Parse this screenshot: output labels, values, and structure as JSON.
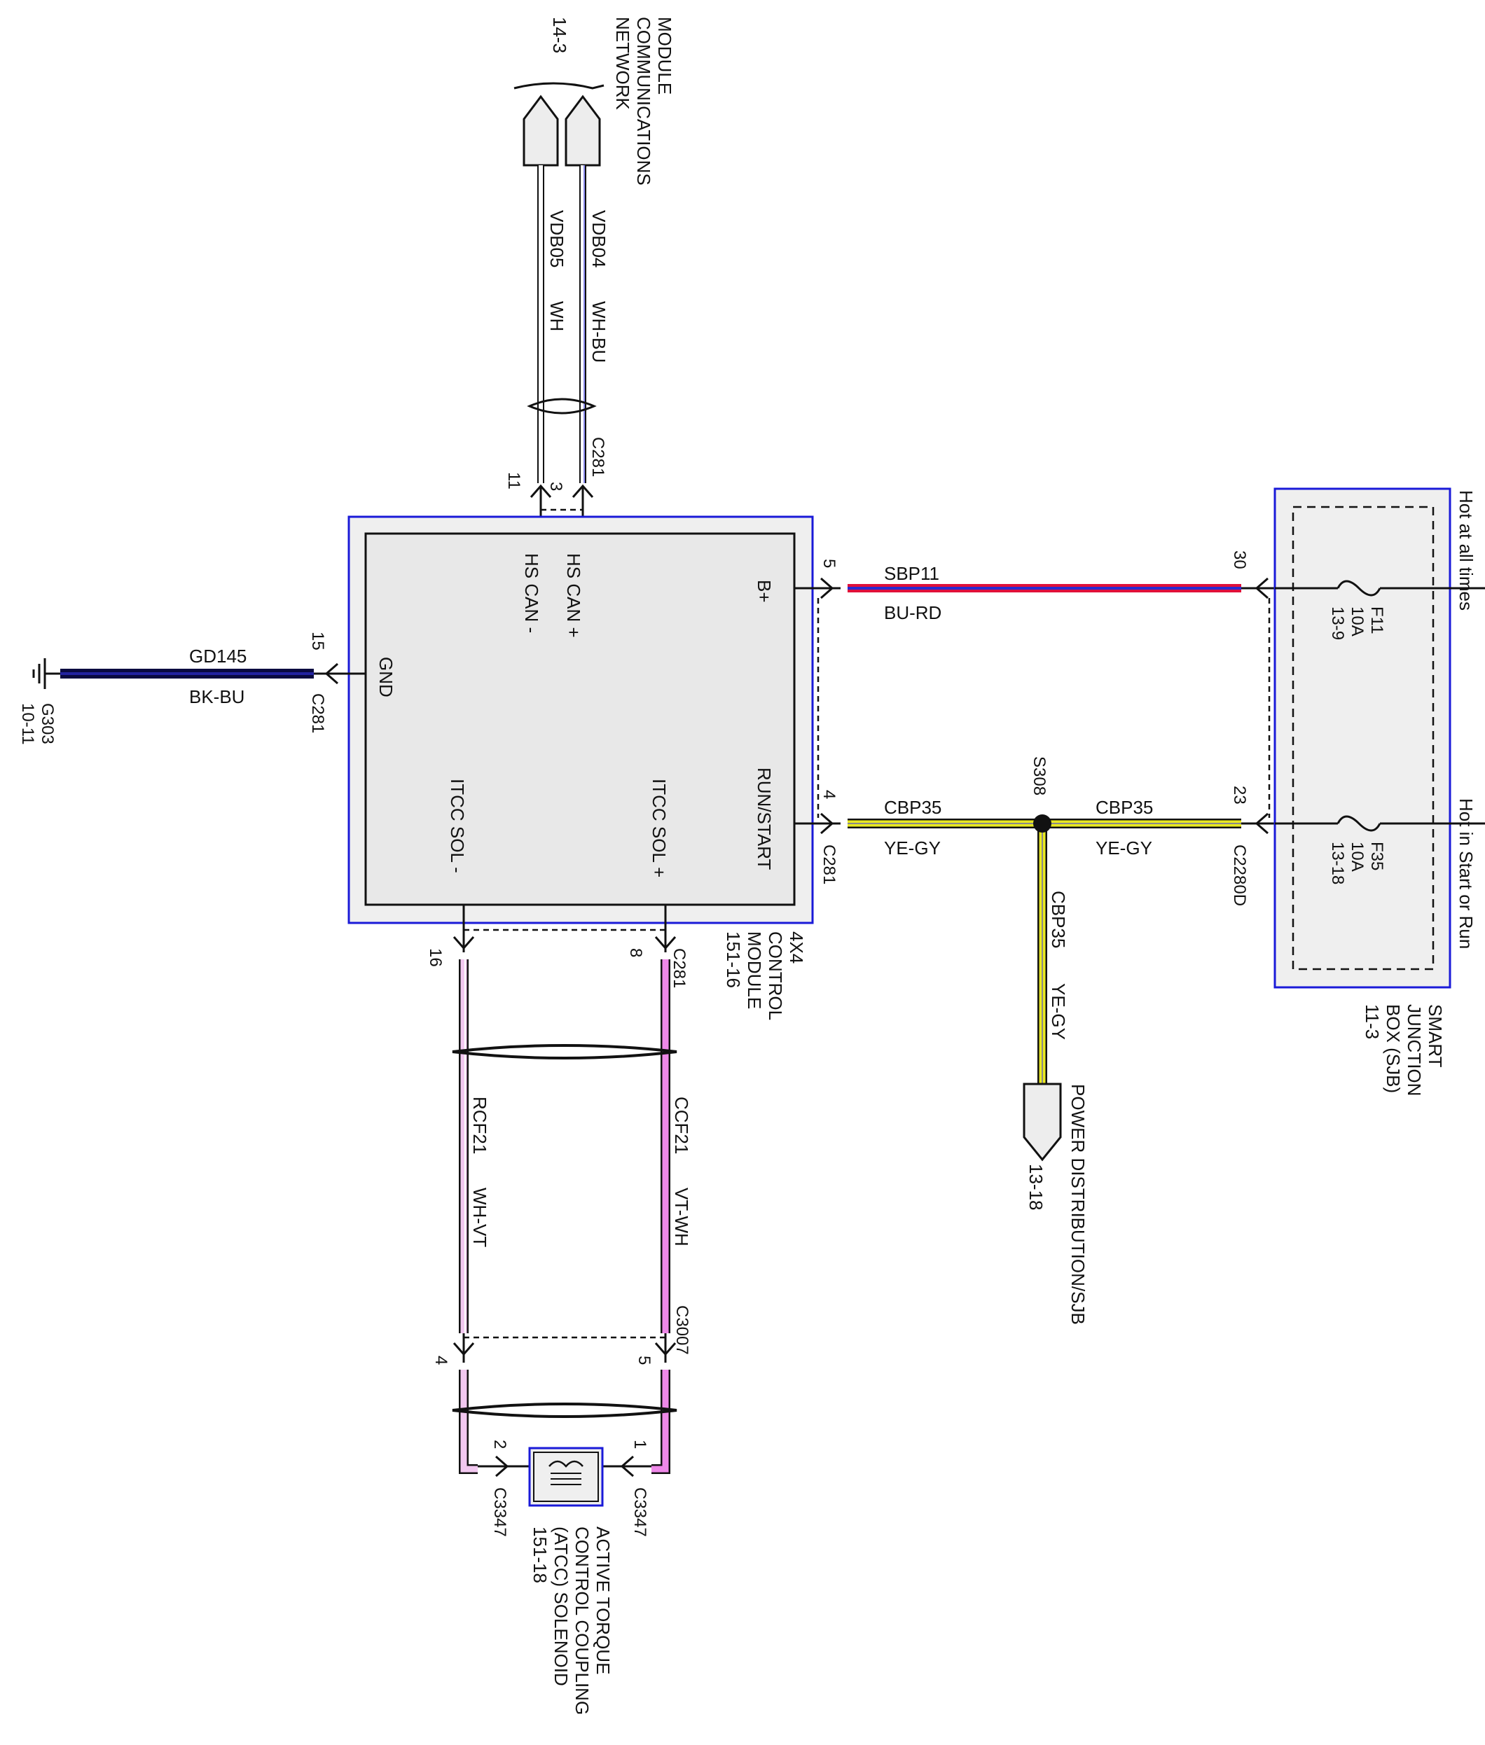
{
  "module_network": {
    "title_lines": [
      "MODULE",
      "COMMUNICATIONS",
      "NETWORK"
    ],
    "ref": "14-3"
  },
  "can_wires": {
    "plus_circuit": "VDB04",
    "plus_color": "WH-BU",
    "minus_circuit": "VDB05",
    "minus_color": "WH",
    "connector": "C281",
    "pin_plus": "3",
    "pin_minus": "11"
  },
  "control_module": {
    "labels": {
      "hs_can_plus": "HS CAN +",
      "hs_can_minus": "HS CAN -",
      "b_plus": "B+",
      "run_start": "RUN/START",
      "gnd": "GND",
      "itcc_sol_plus": "ITCC SOL +",
      "itcc_sol_minus": "ITCC SOL -"
    },
    "title_lines": [
      "4X4",
      "CONTROL",
      "MODULE",
      "151-16"
    ],
    "connector": "C281",
    "pin_b_plus": "5",
    "pin_run_start": "4",
    "pin_gnd": "15",
    "pin_sol_plus": "8",
    "pin_sol_minus": "16"
  },
  "ground": {
    "circuit": "GD145",
    "color": "BK-BU",
    "connector": "C281",
    "name": "G303",
    "ref": "10-11"
  },
  "sbp_wire": {
    "circuit": "SBP11",
    "color": "BU-RD"
  },
  "cbp_wire": {
    "circuit": "CBP35",
    "color": "YE-GY",
    "splice": "S308",
    "sjb_connector": "C2280D"
  },
  "power_distribution": {
    "title": "POWER DISTRIBUTION/SJB",
    "ref": "13-18"
  },
  "sjb": {
    "title_lines": [
      "SMART",
      "JUNCTION",
      "BOX (SJB)",
      "11-3"
    ],
    "hot_all_times": "Hot at all times",
    "hot_start_run": "Hot in Start or Run",
    "pin_30": "30",
    "pin_23": "23",
    "fuse_f11": [
      "F11",
      "10A",
      "13-9"
    ],
    "fuse_f35": [
      "F35",
      "10A",
      "13-18"
    ]
  },
  "solenoid_wires": {
    "plus_circuit": "CCF21",
    "plus_color": "VT-WH",
    "minus_circuit": "RCF21",
    "minus_color": "WH-VT",
    "inline_connector": "C3007",
    "pin_plus": "5",
    "pin_minus": "4",
    "solenoid_connector": "C3347",
    "sol_pin_1": "1",
    "sol_pin_2": "2"
  },
  "atcc": {
    "title_lines": [
      "ACTIVE TORQUE",
      "CONTROL COUPLING",
      "(ATCC) SOLENOID",
      "151-18"
    ]
  },
  "colors": {
    "module_outline": "#1a1ad8",
    "module_fill": "#efefef",
    "wire_bu_rd_outer": "#e0103a",
    "wire_bu_rd_inner": "#2a2ad0",
    "wire_ye_gy": "#e9e920",
    "wire_vt_wh": "#ee88e8",
    "wire_wh_vt": "#f2c8f0",
    "wire_bk_bu": "#0a0a40",
    "wire_wh_bu": "#8c8cf0"
  }
}
